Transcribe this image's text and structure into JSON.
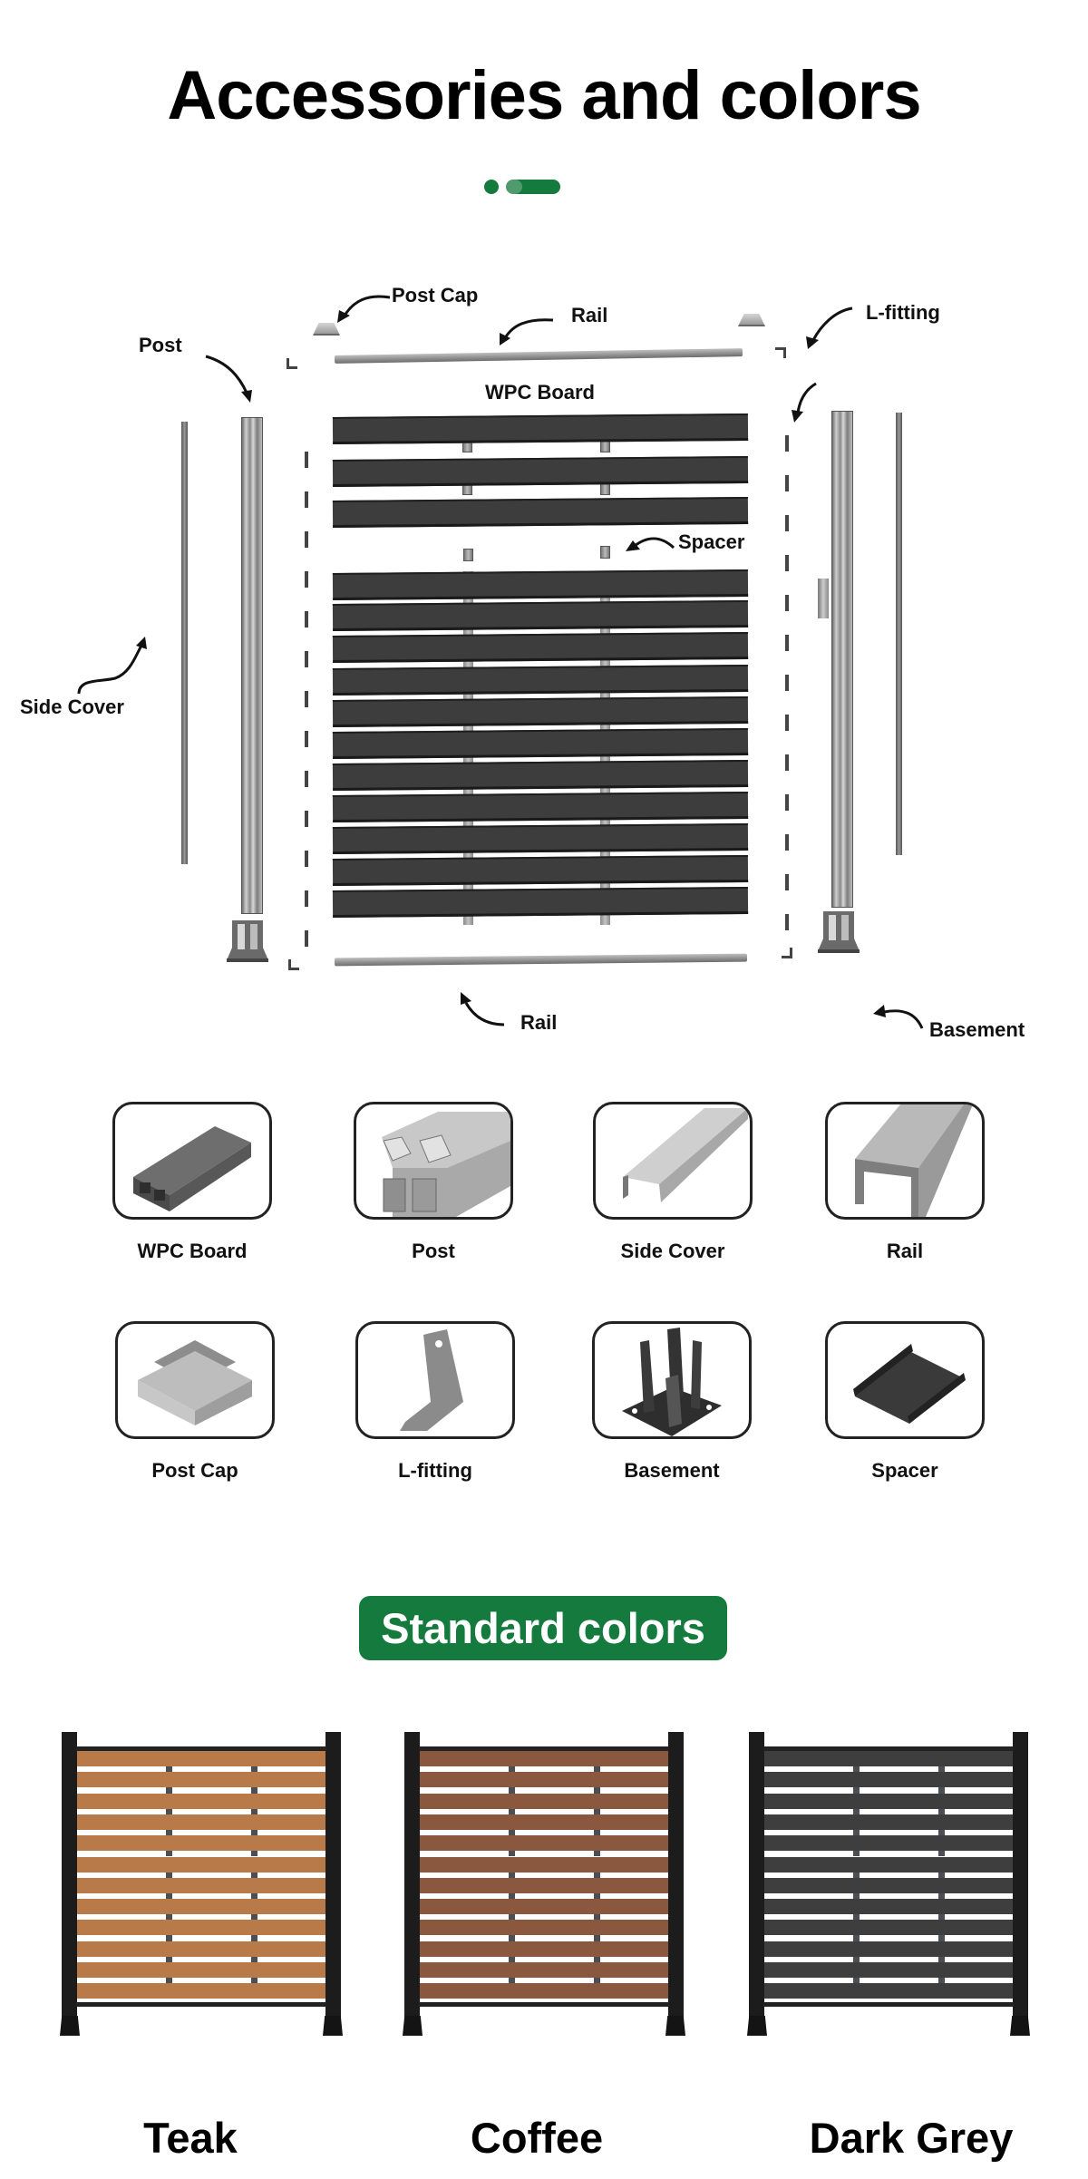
{
  "header": {
    "title": "Accessories and colors",
    "accent_color": "#157a3e"
  },
  "diagram": {
    "labels": {
      "post_cap": "Post Cap",
      "rail_top": "Rail",
      "l_fitting": "L-fitting",
      "post": "Post",
      "wpc_board": "WPC Board",
      "spacer": "Spacer",
      "side_cover": "Side Cover",
      "rail_bottom": "Rail",
      "basement": "Basement"
    },
    "board_color": "#3d3d3d"
  },
  "accessories": {
    "items": [
      {
        "label": "WPC Board",
        "icon": "wpc-board-profile-icon"
      },
      {
        "label": "Post",
        "icon": "aluminum-post-profile-icon"
      },
      {
        "label": "Side Cover",
        "icon": "side-cover-profile-icon"
      },
      {
        "label": "Rail",
        "icon": "rail-profile-icon"
      },
      {
        "label": "Post Cap",
        "icon": "post-cap-icon"
      },
      {
        "label": "L-fitting",
        "icon": "l-fitting-bracket-icon"
      },
      {
        "label": "Basement",
        "icon": "basement-bracket-icon"
      },
      {
        "label": "Spacer",
        "icon": "spacer-profile-icon"
      }
    ]
  },
  "standard_colors": {
    "title": "Standard colors",
    "badge_color": "#157a3e",
    "swatches": [
      {
        "name": "Teak",
        "color": "#b97a4a"
      },
      {
        "name": "Coffee",
        "color": "#8a583f"
      },
      {
        "name": "Dark Grey",
        "color": "#3e3e3e"
      }
    ]
  }
}
